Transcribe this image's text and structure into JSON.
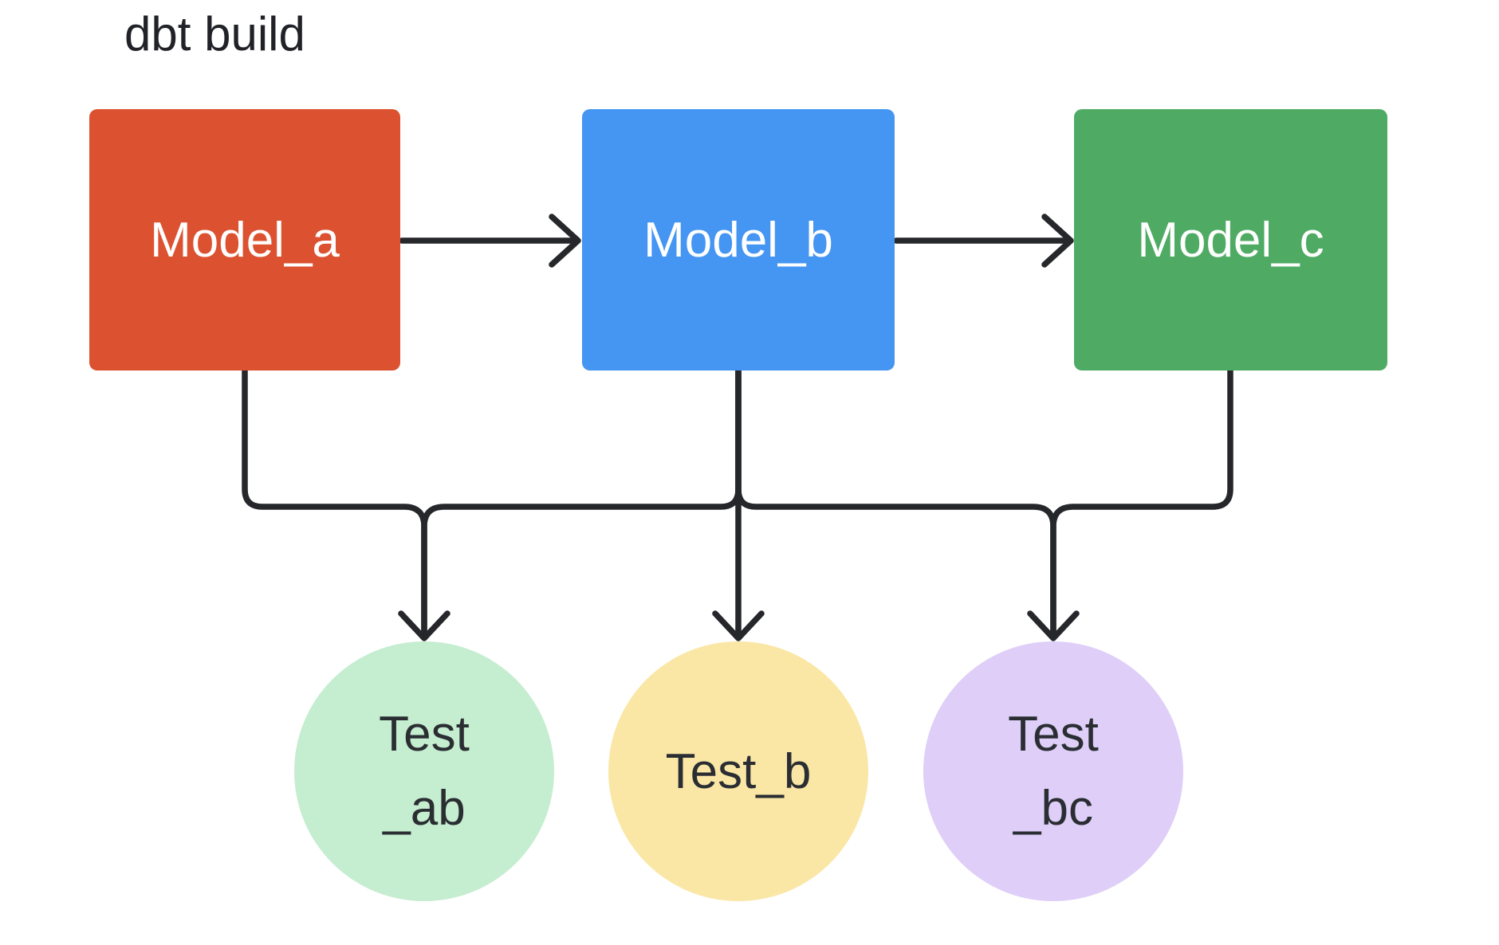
{
  "title": "dbt build",
  "theme": {
    "canvas": "#ffffff",
    "connector": "#26272b",
    "title-text": "#202228",
    "box-text": "#ffffff",
    "circle-text": "#2a2e33",
    "model-a": "#dc5130",
    "model-b": "#4595f2",
    "model-c": "#4fab63",
    "test-ab": "#c5edcf",
    "test-b": "#fae7a6",
    "test-bc": "#decef8"
  },
  "models": [
    {
      "id": "model-a",
      "label": "Model_a"
    },
    {
      "id": "model-b",
      "label": "Model_b"
    },
    {
      "id": "model-c",
      "label": "Model_c"
    }
  ],
  "tests": [
    {
      "id": "test-ab",
      "line1": "Test",
      "line2": "_ab"
    },
    {
      "id": "test-b",
      "line1": "Test_b"
    },
    {
      "id": "test-bc",
      "line1": "Test",
      "line2": "_bc"
    }
  ],
  "edges": [
    {
      "from": "Model_a",
      "to": "Model_b"
    },
    {
      "from": "Model_b",
      "to": "Model_c"
    },
    {
      "from": "Model_a",
      "to": "Test_ab"
    },
    {
      "from": "Model_b",
      "to": "Test_ab"
    },
    {
      "from": "Model_b",
      "to": "Test_b"
    },
    {
      "from": "Model_b",
      "to": "Test_bc"
    },
    {
      "from": "Model_c",
      "to": "Test_bc"
    }
  ]
}
